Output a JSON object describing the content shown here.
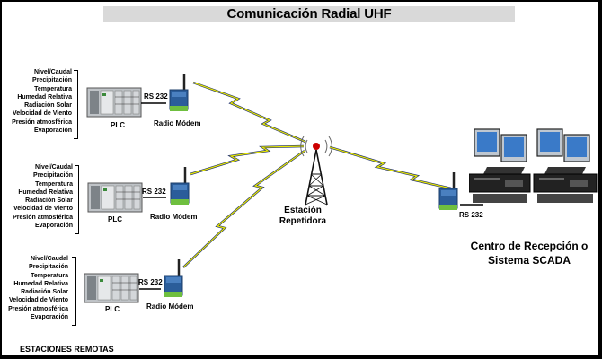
{
  "title": "Comunicación Radial UHF",
  "sensor_list": [
    "Nivel/Caudal",
    "Precipitación",
    "Temperatura",
    "Humedad Relativa",
    "Radiación Solar",
    "Velocidad de Viento",
    "Presión atmosférica",
    "Evaporación"
  ],
  "plc_label": "PLC",
  "serial_label": "RS 232",
  "modem_label": "Radio Módem",
  "repeater": {
    "line1": "Estación",
    "line2": "Repetidora"
  },
  "scada": {
    "line1": "Centro de Recepción o",
    "line2": "Sistema SCADA",
    "serial_label": "RS 232"
  },
  "footer": "ESTACIONES REMOTAS",
  "colors": {
    "link_yellow": "#e8e800",
    "link_blue": "#1f2f6f",
    "modem_blue": "#2b5d9a",
    "modem_green": "#6fbf3f"
  },
  "icons": {
    "plc": "plc-icon",
    "modem": "radio-modem-icon",
    "tower": "antenna-tower-icon",
    "workstation": "computer-workstation-icon"
  }
}
